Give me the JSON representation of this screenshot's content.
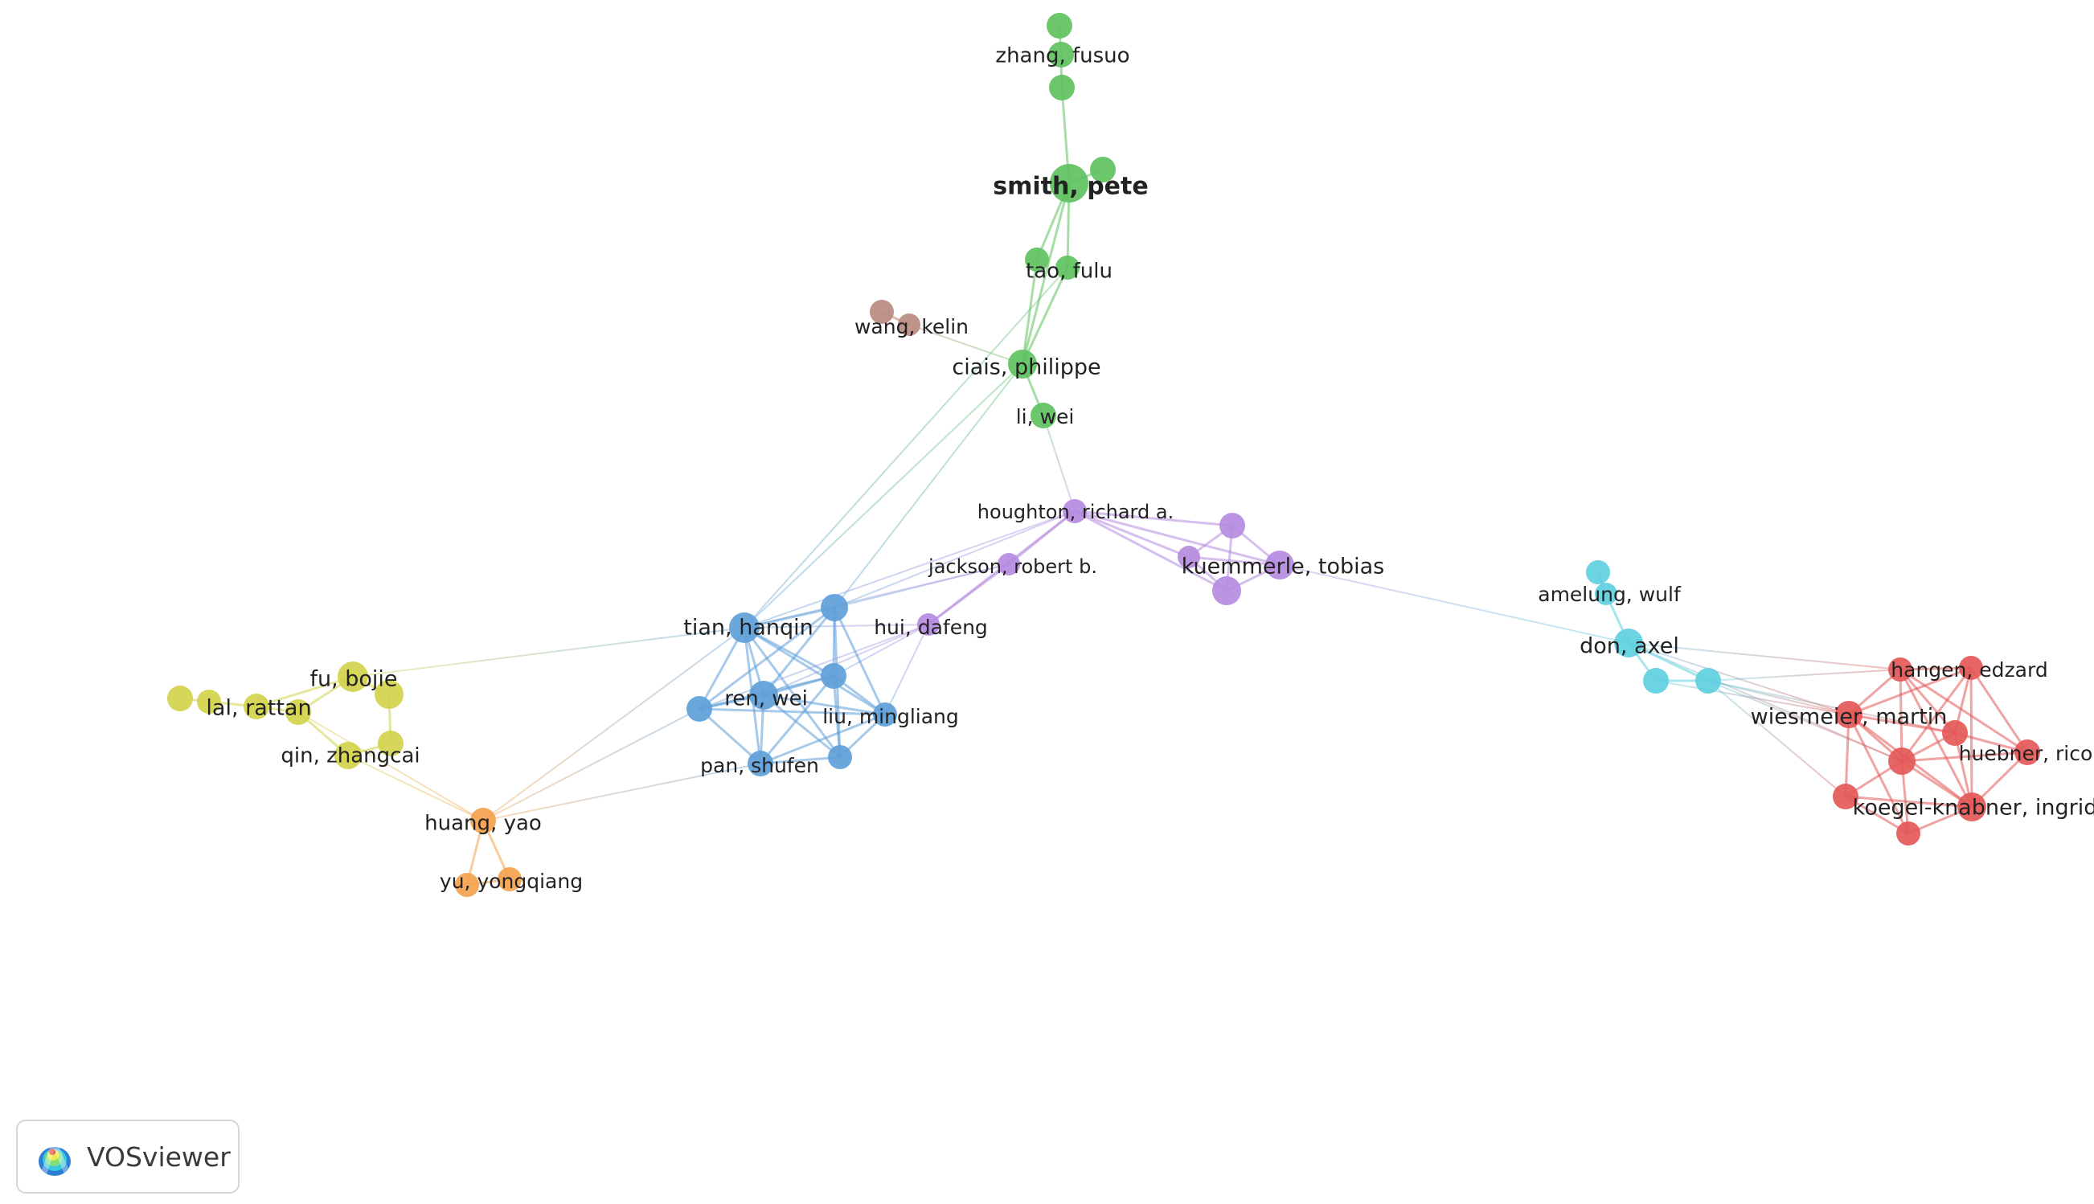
{
  "legend": {
    "app_name": "VOSviewer",
    "logo_icon": "vosviewer-heatmap-icon"
  },
  "cluster_colors": {
    "green": "#5fc15f",
    "blue": "#5f9fd9",
    "purple": "#b58be0",
    "yellow": "#d2d34c",
    "orange": "#f4a24f",
    "cyan": "#5fcfe0",
    "red": "#e45858",
    "brown": "#b98b80"
  },
  "nodes": [
    {
      "id": "g1",
      "label": "",
      "cluster": "green"
    },
    {
      "id": "g2",
      "label": "zhang, fusuo",
      "cluster": "green"
    },
    {
      "id": "g3",
      "label": "",
      "cluster": "green"
    },
    {
      "id": "g4",
      "label": "smith, pete",
      "cluster": "green"
    },
    {
      "id": "g5",
      "label": "",
      "cluster": "green"
    },
    {
      "id": "g6",
      "label": "",
      "cluster": "green"
    },
    {
      "id": "g7",
      "label": "tao, fulu",
      "cluster": "green"
    },
    {
      "id": "g8",
      "label": "ciais, philippe",
      "cluster": "green"
    },
    {
      "id": "g9",
      "label": "li, wei",
      "cluster": "green"
    },
    {
      "id": "br1",
      "label": "",
      "cluster": "brown"
    },
    {
      "id": "br2",
      "label": "wang, kelin",
      "cluster": "brown"
    },
    {
      "id": "p1",
      "label": "houghton, richard a.",
      "cluster": "purple"
    },
    {
      "id": "p2",
      "label": "jackson, robert b.",
      "cluster": "purple"
    },
    {
      "id": "p3",
      "label": "",
      "cluster": "purple"
    },
    {
      "id": "p4",
      "label": "",
      "cluster": "purple"
    },
    {
      "id": "p5",
      "label": "kuemmerle, tobias",
      "cluster": "purple"
    },
    {
      "id": "p6",
      "label": "",
      "cluster": "purple"
    },
    {
      "id": "p7",
      "label": "hui, dafeng",
      "cluster": "purple"
    },
    {
      "id": "b1",
      "label": "tian, hanqin",
      "cluster": "blue"
    },
    {
      "id": "b2",
      "label": "",
      "cluster": "blue"
    },
    {
      "id": "b3",
      "label": "",
      "cluster": "blue"
    },
    {
      "id": "b4",
      "label": "ren, wei",
      "cluster": "blue"
    },
    {
      "id": "b5",
      "label": "",
      "cluster": "blue"
    },
    {
      "id": "b6",
      "label": "liu, mingliang",
      "cluster": "blue"
    },
    {
      "id": "b7",
      "label": "pan, shufen",
      "cluster": "blue"
    },
    {
      "id": "b8",
      "label": "",
      "cluster": "blue"
    },
    {
      "id": "y1",
      "label": "",
      "cluster": "yellow"
    },
    {
      "id": "y2",
      "label": "",
      "cluster": "yellow"
    },
    {
      "id": "y3",
      "label": "lal, rattan",
      "cluster": "yellow"
    },
    {
      "id": "y4",
      "label": "",
      "cluster": "yellow"
    },
    {
      "id": "y5",
      "label": "fu, bojie",
      "cluster": "yellow"
    },
    {
      "id": "y6",
      "label": "",
      "cluster": "yellow"
    },
    {
      "id": "y7",
      "label": "",
      "cluster": "yellow"
    },
    {
      "id": "y8",
      "label": "qin, zhangcai",
      "cluster": "yellow"
    },
    {
      "id": "o1",
      "label": "huang, yao",
      "cluster": "orange"
    },
    {
      "id": "o2",
      "label": "",
      "cluster": "orange"
    },
    {
      "id": "o3",
      "label": "yu, yongqiang",
      "cluster": "orange"
    },
    {
      "id": "c1",
      "label": "",
      "cluster": "cyan"
    },
    {
      "id": "c2",
      "label": "amelung, wulf",
      "cluster": "cyan"
    },
    {
      "id": "c3",
      "label": "don, axel",
      "cluster": "cyan"
    },
    {
      "id": "c4",
      "label": "",
      "cluster": "cyan"
    },
    {
      "id": "c5",
      "label": "",
      "cluster": "cyan"
    },
    {
      "id": "r1",
      "label": "hangen, edzard",
      "cluster": "red"
    },
    {
      "id": "r2",
      "label": "",
      "cluster": "red"
    },
    {
      "id": "r3",
      "label": "wiesmeier, martin",
      "cluster": "red"
    },
    {
      "id": "r4",
      "label": "",
      "cluster": "red"
    },
    {
      "id": "r5",
      "label": "",
      "cluster": "red"
    },
    {
      "id": "r6",
      "label": "huebner, rico",
      "cluster": "red"
    },
    {
      "id": "r7",
      "label": "",
      "cluster": "red"
    },
    {
      "id": "r8",
      "label": "koegel-knabner, ingrid",
      "cluster": "red"
    },
    {
      "id": "r9",
      "label": "",
      "cluster": "red"
    }
  ],
  "edges": [
    [
      "g1",
      "g2"
    ],
    [
      "g2",
      "g3"
    ],
    [
      "g3",
      "g4"
    ],
    [
      "g4",
      "g5"
    ],
    [
      "g4",
      "g6"
    ],
    [
      "g4",
      "g7"
    ],
    [
      "g4",
      "g8"
    ],
    [
      "g6",
      "g8"
    ],
    [
      "g7",
      "g8"
    ],
    [
      "g8",
      "g9"
    ],
    [
      "g9",
      "p1"
    ],
    [
      "g8",
      "br2"
    ],
    [
      "br1",
      "br2"
    ],
    [
      "g8",
      "b1"
    ],
    [
      "g7",
      "b1"
    ],
    [
      "g8",
      "b2"
    ],
    [
      "p1",
      "p2"
    ],
    [
      "p1",
      "p3"
    ],
    [
      "p1",
      "p4"
    ],
    [
      "p1",
      "p5"
    ],
    [
      "p1",
      "p6"
    ],
    [
      "p1",
      "b1"
    ],
    [
      "p1",
      "b2"
    ],
    [
      "p1",
      "p7"
    ],
    [
      "p2",
      "b1"
    ],
    [
      "p2",
      "b2"
    ],
    [
      "p2",
      "p7"
    ],
    [
      "p3",
      "p4"
    ],
    [
      "p3",
      "p5"
    ],
    [
      "p3",
      "p6"
    ],
    [
      "p4",
      "p5"
    ],
    [
      "p4",
      "p6"
    ],
    [
      "p5",
      "p6"
    ],
    [
      "p5",
      "c3"
    ],
    [
      "b1",
      "b2"
    ],
    [
      "b1",
      "b3"
    ],
    [
      "b1",
      "b4"
    ],
    [
      "b1",
      "b5"
    ],
    [
      "b1",
      "b6"
    ],
    [
      "b1",
      "b7"
    ],
    [
      "b1",
      "b8"
    ],
    [
      "b2",
      "b3"
    ],
    [
      "b2",
      "b4"
    ],
    [
      "b2",
      "b5"
    ],
    [
      "b2",
      "b6"
    ],
    [
      "b2",
      "b8"
    ],
    [
      "b3",
      "b4"
    ],
    [
      "b3",
      "b5"
    ],
    [
      "b3",
      "b6"
    ],
    [
      "b3",
      "b7"
    ],
    [
      "b3",
      "b8"
    ],
    [
      "b4",
      "b5"
    ],
    [
      "b4",
      "b6"
    ],
    [
      "b4",
      "b7"
    ],
    [
      "b4",
      "b8"
    ],
    [
      "b5",
      "b6"
    ],
    [
      "b5",
      "b7"
    ],
    [
      "b6",
      "b7"
    ],
    [
      "b6",
      "b8"
    ],
    [
      "b7",
      "b8"
    ],
    [
      "p7",
      "b1"
    ],
    [
      "p7",
      "b3"
    ],
    [
      "p7",
      "b4"
    ],
    [
      "p7",
      "b6"
    ],
    [
      "p7",
      "b5"
    ],
    [
      "y5",
      "b1"
    ],
    [
      "b7",
      "o1"
    ],
    [
      "o1",
      "b1"
    ],
    [
      "o1",
      "b5"
    ],
    [
      "y1",
      "y2"
    ],
    [
      "y2",
      "y3"
    ],
    [
      "y3",
      "y4"
    ],
    [
      "y3",
      "y5"
    ],
    [
      "y4",
      "y5"
    ],
    [
      "y5",
      "y6"
    ],
    [
      "y6",
      "y7"
    ],
    [
      "y7",
      "y8"
    ],
    [
      "y4",
      "y8"
    ],
    [
      "y8",
      "o1"
    ],
    [
      "y4",
      "o1"
    ],
    [
      "o1",
      "o2"
    ],
    [
      "o1",
      "o3"
    ],
    [
      "o2",
      "o3"
    ],
    [
      "c1",
      "c2"
    ],
    [
      "c2",
      "c3"
    ],
    [
      "c3",
      "c4"
    ],
    [
      "c3",
      "c5"
    ],
    [
      "c4",
      "c5"
    ],
    [
      "c3",
      "r1"
    ],
    [
      "c3",
      "r3"
    ],
    [
      "c5",
      "r1"
    ],
    [
      "c5",
      "r3"
    ],
    [
      "c5",
      "r5"
    ],
    [
      "c5",
      "r4"
    ],
    [
      "c5",
      "r7"
    ],
    [
      "c3",
      "r5"
    ],
    [
      "c4",
      "r3"
    ],
    [
      "r1",
      "r2"
    ],
    [
      "r1",
      "r3"
    ],
    [
      "r1",
      "r4"
    ],
    [
      "r1",
      "r5"
    ],
    [
      "r1",
      "r6"
    ],
    [
      "r1",
      "r8"
    ],
    [
      "r2",
      "r3"
    ],
    [
      "r2",
      "r4"
    ],
    [
      "r2",
      "r5"
    ],
    [
      "r2",
      "r6"
    ],
    [
      "r2",
      "r8"
    ],
    [
      "r3",
      "r4"
    ],
    [
      "r3",
      "r5"
    ],
    [
      "r3",
      "r7"
    ],
    [
      "r3",
      "r8"
    ],
    [
      "r3",
      "r9"
    ],
    [
      "r4",
      "r5"
    ],
    [
      "r4",
      "r6"
    ],
    [
      "r4",
      "r8"
    ],
    [
      "r5",
      "r6"
    ],
    [
      "r5",
      "r7"
    ],
    [
      "r5",
      "r8"
    ],
    [
      "r5",
      "r9"
    ],
    [
      "r6",
      "r8"
    ],
    [
      "r7",
      "r8"
    ],
    [
      "r7",
      "r9"
    ],
    [
      "r8",
      "r9"
    ]
  ]
}
